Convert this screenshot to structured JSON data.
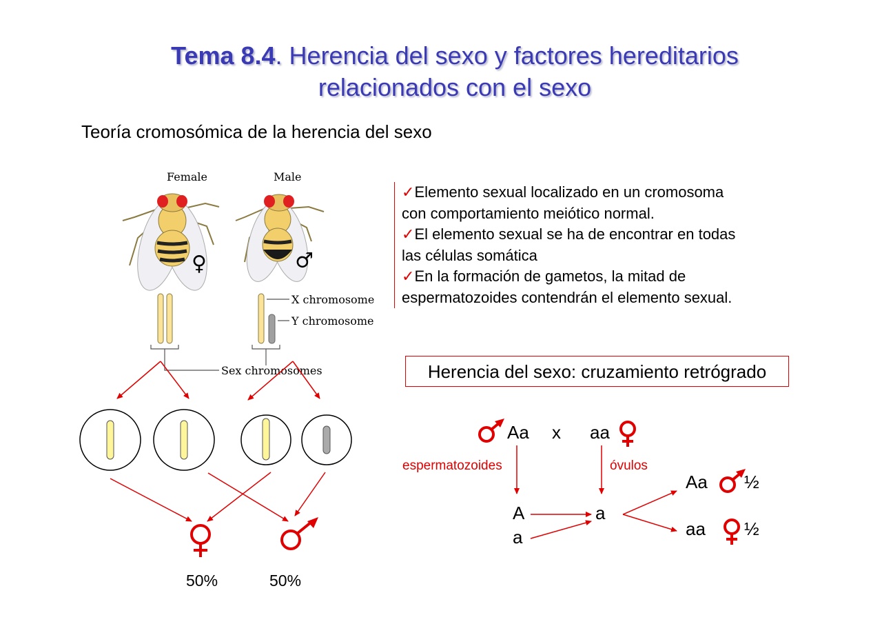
{
  "title": {
    "bold": "Tema 8.4",
    "rest": ". Herencia del sexo y factores hereditarios",
    "line2": "relacionados con el sexo"
  },
  "subtitle": "Teoría cromosómica de la herencia del sexo",
  "figure": {
    "female": "Female",
    "male": "Male",
    "x_chromosome": "X chromosome",
    "y_chromosome": "Y chromosome",
    "sex_chromosomes": "Sex chromosomes",
    "female_symbol": "♀",
    "male_symbol": "♂"
  },
  "bullets": [
    {
      "check": "✓",
      "lines": [
        "Elemento sexual localizado en un cromosoma",
        "con comportamiento meiótico normal."
      ]
    },
    {
      "check": "✓",
      "lines": [
        "El elemento sexual se ha de encontrar en todas",
        "las células somática"
      ]
    },
    {
      "check": "✓",
      "lines": [
        "En la formación de gametos, la mitad de",
        "espermatozoides contendrán el elemento sexual."
      ]
    }
  ],
  "box_title": "Herencia del sexo: cruzamiento retrógrado",
  "cross": {
    "male_parent": "Aa",
    "x": "x",
    "female_parent": "aa",
    "sperm_label": "espermatozoides",
    "ova_label": "óvulos",
    "gamete_A": "A",
    "gamete_a1": "a",
    "gamete_a2": "a",
    "child1": "Aa",
    "child1_frac": "½",
    "child2": "aa",
    "child2_frac": "½"
  },
  "percent_female": "50%",
  "percent_male": "50%",
  "colors": {
    "title": "#3a3ab4",
    "accent": "#e00000",
    "x_chromosome": "#fff08a",
    "y_chromosome": "#999999"
  }
}
